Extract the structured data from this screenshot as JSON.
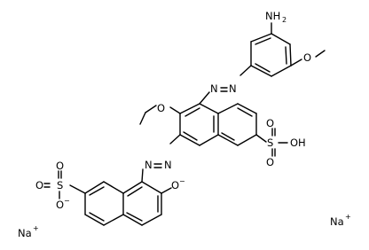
{
  "molecule": {
    "amine": {
      "base": "NH",
      "sub": "2"
    },
    "methoxy_o": "O",
    "azo_upper_n1": "N",
    "azo_upper_n2": "N",
    "ethoxy_o": "O",
    "azo_lower_n1": "N",
    "azo_lower_n2": "N",
    "sulfonic_s": "S",
    "sulfonic_o_top": "O",
    "sulfonic_o_bottom": "O",
    "sulfonic_oh": "OH",
    "phenoxide": {
      "base": "O",
      "charge": "−"
    },
    "sulfonate_s": "S",
    "sulfonate_o_top": "O",
    "sulfonate_o_left": "O",
    "sulfonate_o_bottom": {
      "base": "O",
      "charge": "−"
    },
    "counterion_left": {
      "base": "Na",
      "charge": "+"
    },
    "counterion_right": {
      "base": "Na",
      "charge": "+"
    }
  }
}
